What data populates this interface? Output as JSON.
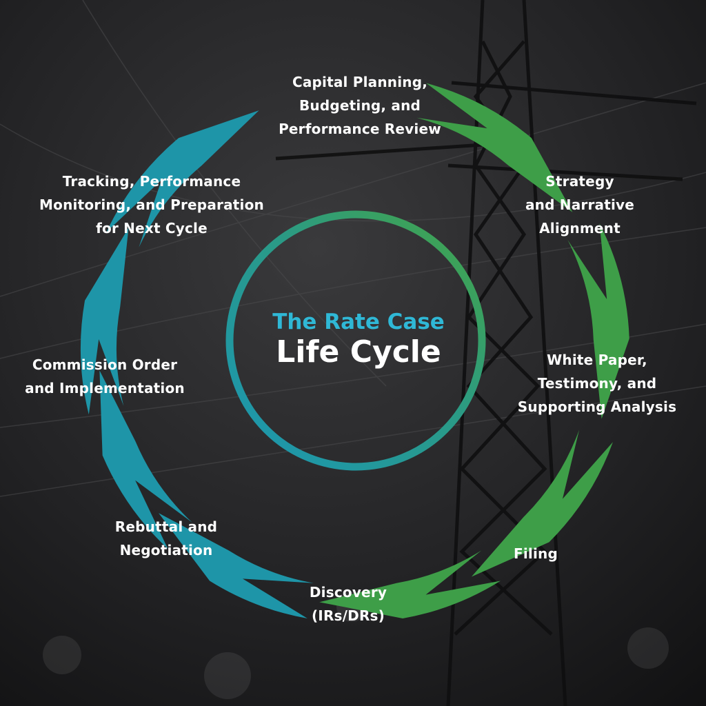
{
  "title": {
    "line1": "The Rate Case",
    "line2": "Life Cycle"
  },
  "colors": {
    "teal": "#1e95a8",
    "green": "#3e9e48",
    "title_accent": "#2fb8d6",
    "background": "#1c1c1e"
  },
  "stages": [
    {
      "lines": [
        "Capital Planning,",
        "Budgeting, and",
        "Performance Review"
      ]
    },
    {
      "lines": [
        "Strategy",
        "and Narrative",
        "Alignment"
      ]
    },
    {
      "lines": [
        "White Paper,",
        "Testimony, and",
        "Supporting Analysis"
      ]
    },
    {
      "lines": [
        "Filing"
      ]
    },
    {
      "lines": [
        "Discovery",
        "(IRs/DRs)"
      ]
    },
    {
      "lines": [
        "Rebuttal and",
        "Negotiation"
      ]
    },
    {
      "lines": [
        "Commission Order",
        "and Implementation"
      ]
    },
    {
      "lines": [
        "Tracking, Performance",
        "Monitoring, and Preparation",
        "for Next Cycle"
      ]
    }
  ]
}
